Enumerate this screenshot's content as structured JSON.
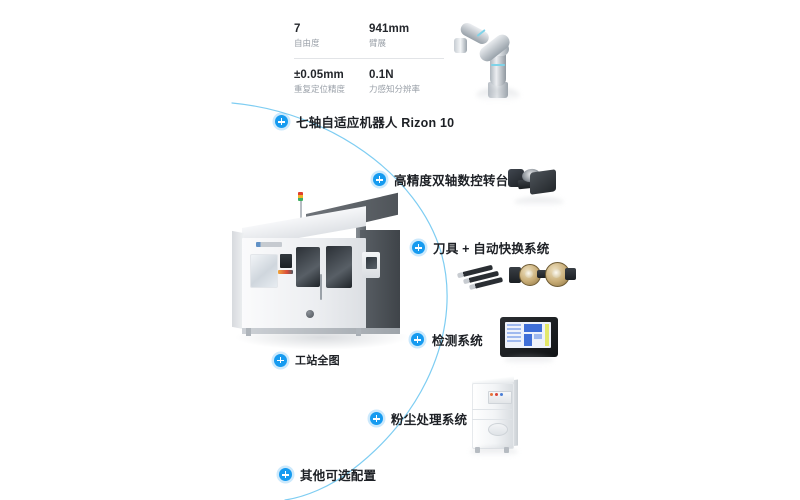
{
  "specs": [
    {
      "value": "7",
      "label": "自由度"
    },
    {
      "value": "941mm",
      "label": "臂展"
    },
    {
      "value": "±0.05mm",
      "label": "重复定位精度"
    },
    {
      "value": "0.1N",
      "label": "力感知分辨率"
    }
  ],
  "callouts": [
    {
      "id": "robot",
      "label": "七轴自适应机器人 Rizon 10"
    },
    {
      "id": "turntable",
      "label": "高精度双轴数控转台"
    },
    {
      "id": "tooling",
      "label": "刀具 + 自动快换系统"
    },
    {
      "id": "inspection",
      "label": "检测系统"
    },
    {
      "id": "dust",
      "label": "粉尘处理系统"
    },
    {
      "id": "optional",
      "label": "其他可选配置"
    },
    {
      "id": "overview",
      "label": "工站全图"
    }
  ],
  "colors": {
    "accent": "#169bf0",
    "arc": "#7ecdf2",
    "text": "#1d2025",
    "muted": "#9aa0a8",
    "background": "#ffffff"
  },
  "icons": {
    "plus": "plus-circle-icon"
  }
}
